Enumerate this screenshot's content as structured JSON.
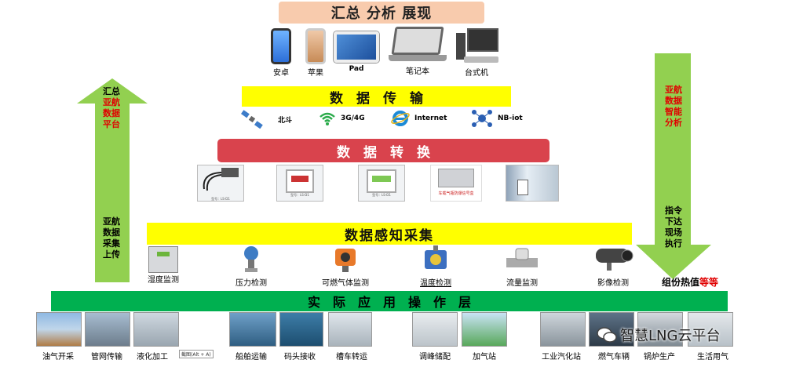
{
  "title": "汇总 分析 展现",
  "devices": [
    {
      "label": "安卓"
    },
    {
      "label": "苹果"
    },
    {
      "label": "Pad"
    },
    {
      "label": "笔记本"
    },
    {
      "label": "台式机"
    }
  ],
  "layers": {
    "transmission": "数　据　传　输",
    "conversion": "数　据　转　换",
    "sensing": "数据感知采集",
    "application": "实　际　应　用　操　作　层"
  },
  "networks": [
    {
      "label": "北斗"
    },
    {
      "label": "3G/4G"
    },
    {
      "label": "Internet"
    },
    {
      "label": "NB-iot"
    }
  ],
  "sensors": [
    {
      "label": "湿度监测"
    },
    {
      "label": "压力检测"
    },
    {
      "label": "可燃气体监测"
    },
    {
      "label": "温度检测"
    },
    {
      "label": "流量监测"
    },
    {
      "label": "影像检测"
    }
  ],
  "sensor_extra": {
    "black": "组份热值",
    "red": "等等"
  },
  "conversion_captions": {
    "small1": "型号：LS-D1",
    "small2": "型号：LS-D1",
    "small3": "型号：LS-D1",
    "small4": "车载气瓶防爆信号盒"
  },
  "applications": [
    {
      "label": "油气开采"
    },
    {
      "label": "管网传输"
    },
    {
      "label": "液化加工"
    },
    {
      "label": "船舶运输"
    },
    {
      "label": "码头接收"
    },
    {
      "label": "槽车转运"
    },
    {
      "label": "调峰储配"
    },
    {
      "label": "加气站"
    },
    {
      "label": "工业汽化站"
    },
    {
      "label": "燃气车辆"
    },
    {
      "label": "锅炉生产"
    },
    {
      "label": "生活用气"
    }
  ],
  "screenshot_hint": "截图(Alt + A)",
  "left_arrow": {
    "top_black": "汇总",
    "top_red": "亚航\n数据\n平台",
    "bottom": "亚航\n数据\n采集\n上传"
  },
  "right_arrow": {
    "top_red": "亚航\n数据\n智能\n分析",
    "bottom": "指令\n下达\n现场\n执行"
  },
  "watermark": "智慧LNG云平台",
  "colors": {
    "yellow": "#ffff00",
    "red": "#d9434d",
    "green": "#00b050",
    "title_bg": "#f8cbad",
    "arrow": "#92d050"
  }
}
